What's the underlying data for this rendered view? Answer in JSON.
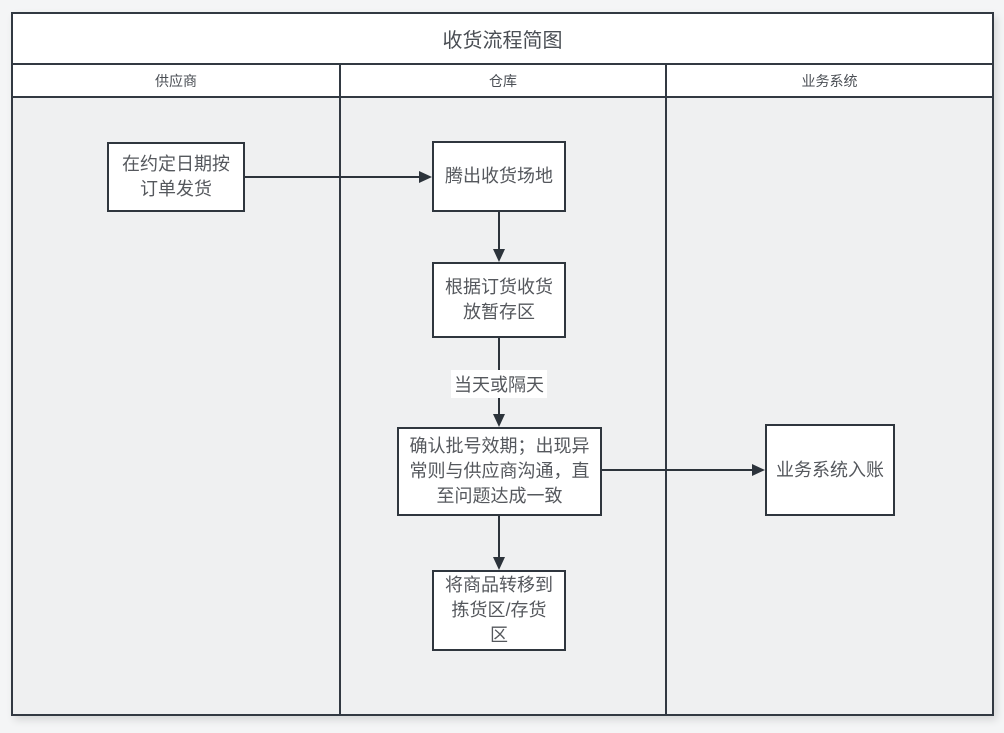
{
  "colors": {
    "page_background": "#f4f5f6",
    "canvas_background": "#eff0f1",
    "band_background": "#ffffff",
    "line": "#2c333b",
    "border": "#323942",
    "text": "#55585d"
  },
  "diagram": {
    "title": "收货流程简图",
    "lanes": [
      "供应商",
      "仓库",
      "业务系统"
    ],
    "nodes": [
      {
        "id": "ship",
        "lane": "供应商",
        "label": "在约定日期按\n订单发货"
      },
      {
        "id": "clear",
        "lane": "仓库",
        "label": "腾出收货场地"
      },
      {
        "id": "staging",
        "lane": "仓库",
        "label": "根据订货收货\n放暂存区"
      },
      {
        "id": "confirm",
        "lane": "仓库",
        "label": "确认批号效期；出现异\n常则与供应商沟通，直\n至问题达成一致"
      },
      {
        "id": "transfer",
        "lane": "仓库",
        "label": "将商品转移到\n拣货区/存货\n区"
      },
      {
        "id": "booking",
        "lane": "业务系统",
        "label": "业务系统入账"
      }
    ],
    "edge_labels": [
      {
        "id": "timing",
        "label": "当天或隔天"
      }
    ]
  }
}
